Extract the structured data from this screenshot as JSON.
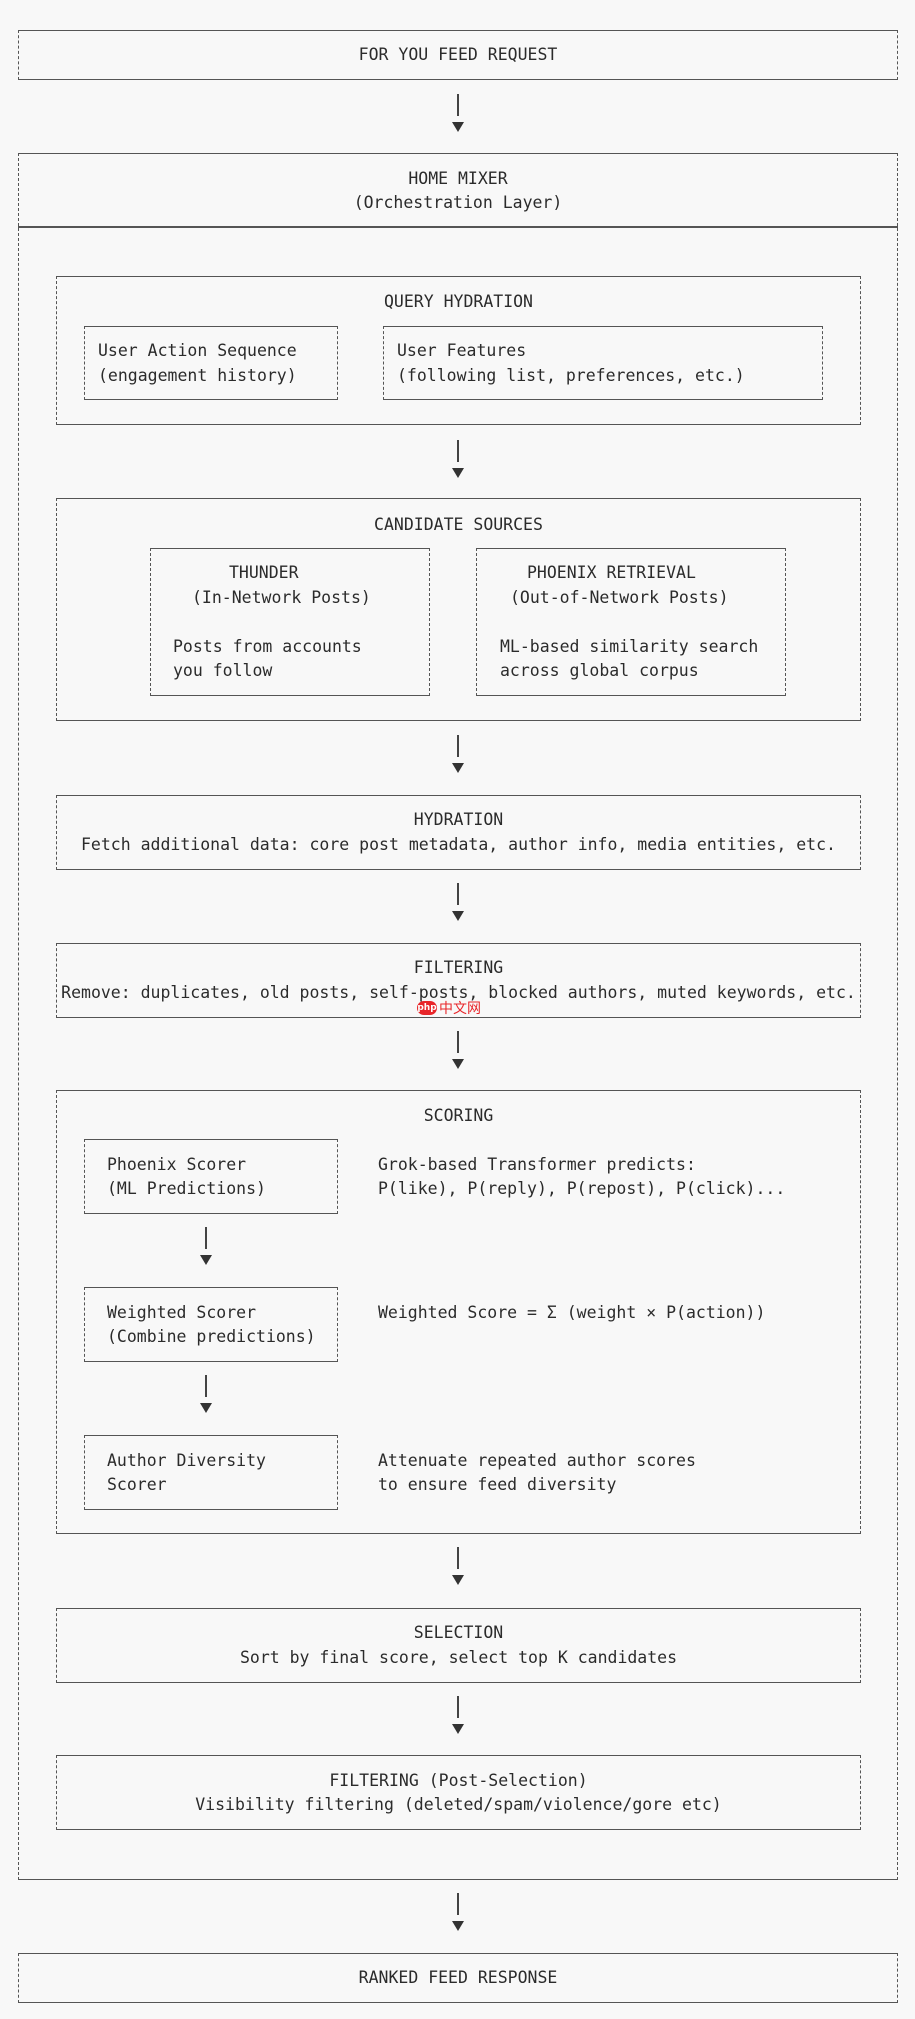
{
  "request": {
    "title": "FOR YOU FEED REQUEST"
  },
  "home_mixer": {
    "title": "HOME MIXER",
    "subtitle": "(Orchestration Layer)"
  },
  "query_hydration": {
    "title": "QUERY HYDRATION",
    "user_action": {
      "line1": "User Action Sequence",
      "line2": "(engagement history)"
    },
    "user_features": {
      "line1": "User Features",
      "line2": "(following list, preferences, etc.)"
    }
  },
  "candidate_sources": {
    "title": "CANDIDATE SOURCES",
    "thunder": {
      "title": "THUNDER",
      "subtitle": "(In-Network Posts)",
      "desc1": "Posts from accounts",
      "desc2": "you follow"
    },
    "phoenix": {
      "title": "PHOENIX RETRIEVAL",
      "subtitle": "(Out-of-Network Posts)",
      "desc1": "ML-based similarity search",
      "desc2": "across global corpus"
    }
  },
  "hydration": {
    "title": "HYDRATION",
    "desc": "Fetch additional data: core post metadata, author info, media entities, etc."
  },
  "filtering": {
    "title": "FILTERING",
    "desc": "Remove: duplicates, old posts, self-posts, blocked authors, muted keywords, etc."
  },
  "scoring": {
    "title": "SCORING",
    "phoenix_scorer": {
      "line1": "Phoenix Scorer",
      "line2": "(ML Predictions)",
      "desc1": "Grok-based Transformer predicts:",
      "desc2": "P(like), P(reply), P(repost), P(click)..."
    },
    "weighted_scorer": {
      "line1": "Weighted Scorer",
      "line2": "(Combine predictions)",
      "desc1": "Weighted Score = Σ (weight × P(action))"
    },
    "author_diversity": {
      "line1": "Author Diversity",
      "line2": "Scorer",
      "desc1": "Attenuate repeated author scores",
      "desc2": "to ensure feed diversity"
    }
  },
  "selection": {
    "title": "SELECTION",
    "desc": "Sort by final score, select top K candidates"
  },
  "post_filtering": {
    "title": "FILTERING (Post-Selection)",
    "desc": "Visibility filtering (deleted/spam/violence/gore etc)"
  },
  "response": {
    "title": "RANKED FEED RESPONSE"
  },
  "watermark": {
    "logo": "php",
    "text": "中文网"
  }
}
